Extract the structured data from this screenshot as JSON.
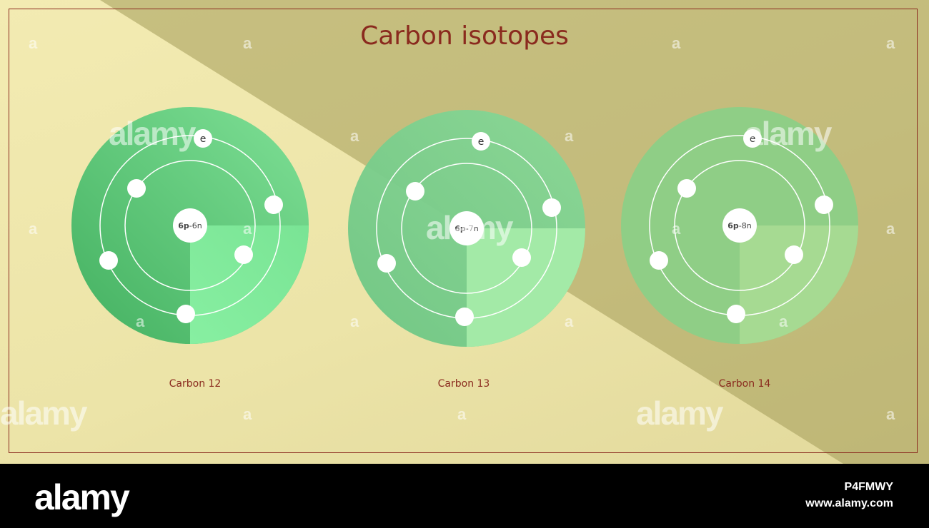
{
  "title": "Carbon isotopes",
  "atoms": [
    {
      "name": "Carbon 12",
      "protons": "6p",
      "neutrons": "6n",
      "electron_label": "e",
      "electrons": 6
    },
    {
      "name": "Carbon 13",
      "protons": "6p",
      "neutrons": "7n",
      "electron_label": "e",
      "electrons": 6
    },
    {
      "name": "Carbon 14",
      "protons": "6p",
      "neutrons": "8n",
      "electron_label": "e",
      "electrons": 6
    }
  ],
  "colors": {
    "accent": "#8a2a1e",
    "atom_green": "#6fd78a",
    "background": "#f1e9ae"
  },
  "watermark": {
    "text": "alamy",
    "letter": "a"
  },
  "footer": {
    "logo": "alamy",
    "image_id": "P4FMWY",
    "url": "www.alamy.com"
  }
}
